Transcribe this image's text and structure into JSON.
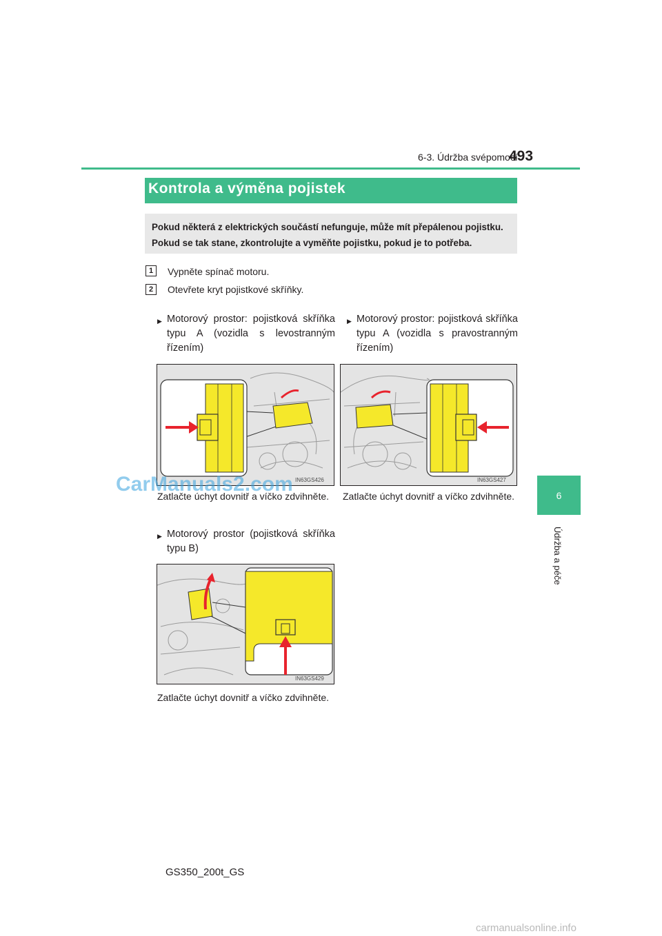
{
  "header": {
    "section": "6-3. Údržba svépomocí",
    "page_number": "493"
  },
  "side_tab": {
    "number": "6",
    "label": "Údržba a péče"
  },
  "title": "Kontrola a výměna pojistek",
  "intro": "Pokud některá z elektrických součástí nefunguje, může mít přepálenou pojistku. Pokud se tak stane, zkontrolujte a vyměňte pojistku, pokud je to potřeba.",
  "steps": [
    {
      "number": "1",
      "text": "Vypněte spínač motoru."
    },
    {
      "number": "2",
      "text": "Otevřete kryt pojistkové skříňky."
    }
  ],
  "bullets": {
    "left": "Motorový prostor: pojistková skříňka typu A (vozidla s levostranným řízením)",
    "right": "Motorový prostor: pojistková skříňka typu A (vozidla s pravostranným řízením)",
    "typeB": "Motorový prostor (pojistková skříňka typu B)"
  },
  "figures": {
    "left_id": "IN63GS426",
    "right_id": "IN63GS427",
    "b_id": "IN63GS429"
  },
  "captions": {
    "left": "Zatlačte úchyt dovnitř a víčko zdvihněte.",
    "right": "Zatlačte úchyt dovnitř a víčko zdvihněte.",
    "typeB": "Zatlačte úchyt dovnitř a víčko zdvihněte."
  },
  "footer": "GS350_200t_GS",
  "watermark": "CarManuals2.com",
  "watermark_bottom": "carmanualsonline.info",
  "colors": {
    "accent": "#3fbb8b",
    "intro_bg": "#e8e8e8",
    "fuse_yellow": "#f5e82a",
    "arrow_red": "#e8232d"
  }
}
